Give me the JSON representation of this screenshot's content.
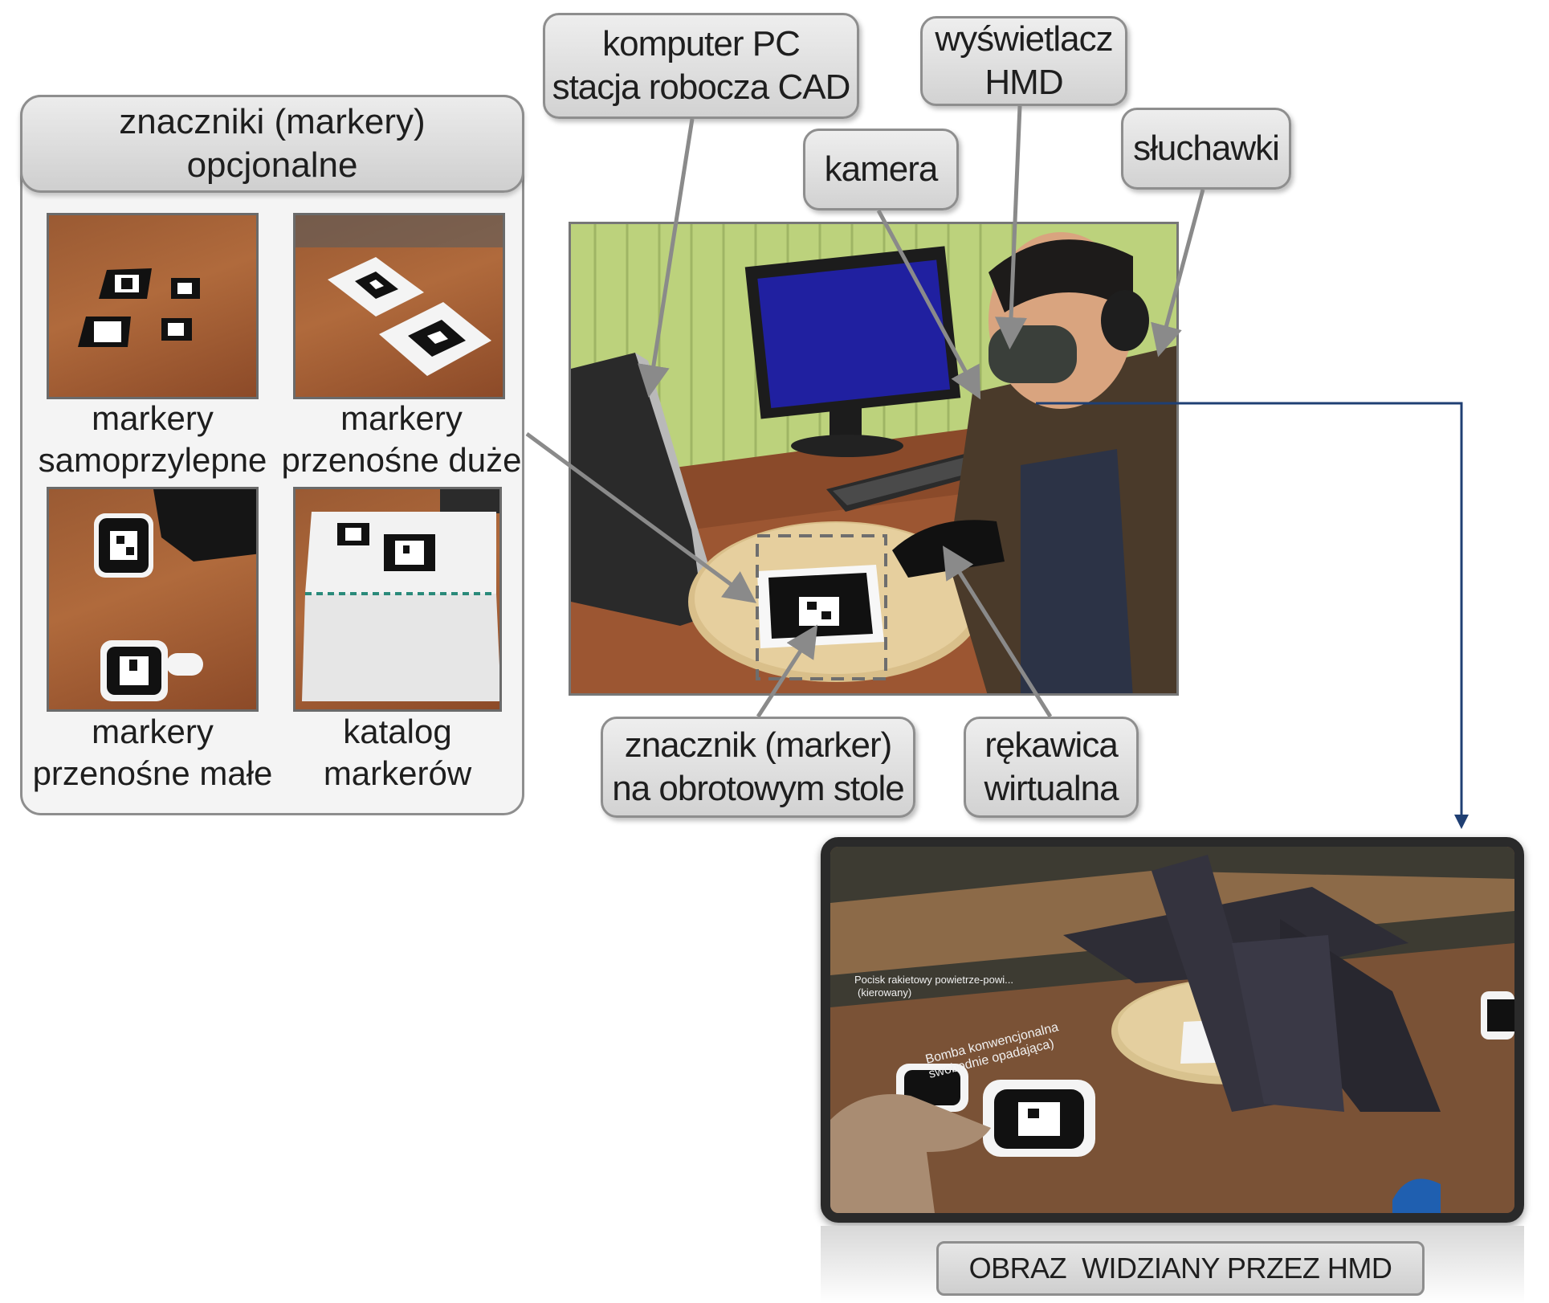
{
  "marker_group": {
    "title_lines": [
      "znaczniki (markery)",
      "opcjonalne"
    ],
    "thumbnails": [
      {
        "caption_lines": [
          "markery",
          "samoprzylepne"
        ]
      },
      {
        "caption_lines": [
          "markery",
          "przenośne duże"
        ]
      },
      {
        "caption_lines": [
          "markery",
          "przenośne małe"
        ]
      },
      {
        "caption_lines": [
          "katalog",
          "markerów"
        ]
      }
    ]
  },
  "callouts": {
    "pc": [
      "komputer PC",
      "stacja robocza CAD"
    ],
    "hmd": [
      "wyświetlacz",
      "HMD"
    ],
    "camera": [
      "kamera"
    ],
    "headphones": [
      "słuchawki"
    ],
    "marker": [
      "znacznik (marker)",
      "na obrotowym stole"
    ],
    "glove": [
      "rękawica",
      "wirtualna"
    ]
  },
  "hmd_view": {
    "caption": "OBRAZ  WIDZIANY PRZEZ HMD",
    "overlay_text_1": "Pocisk rakietowy powietrze-powi...",
    "overlay_text_1b": "(kierowany)",
    "overlay_text_2": "Bomba konwencjonalna",
    "overlay_text_2b": "swobodnie opadająca)"
  },
  "colors": {
    "callout_border": "#8e8e8e",
    "arrow_gray": "#8a8a8a",
    "connector_blue": "#1f3f73"
  }
}
